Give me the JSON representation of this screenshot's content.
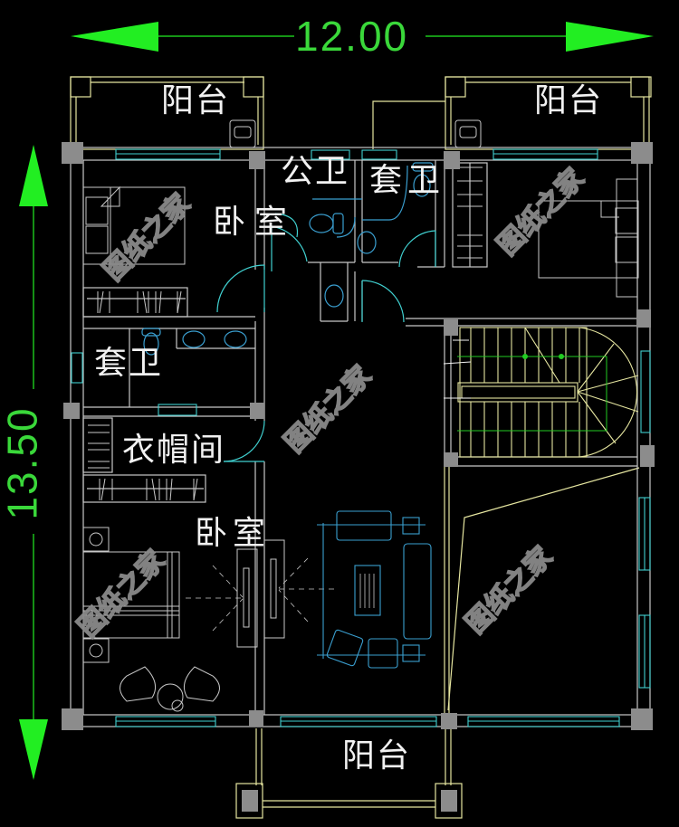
{
  "drawing": {
    "type": "floor-plan",
    "background": "#000000",
    "colors": {
      "wall": "#c8c8c8",
      "column": "#8c8c8c",
      "balcony_rail": "#e6e6a0",
      "window": "#40d0d0",
      "door_swing": "#40d0d0",
      "fixture": "#3a9fd0",
      "stair": "#e6e6a0",
      "dimension": "#22ee22",
      "label": "#f2f2f2",
      "watermark": "#8a8a8a"
    }
  },
  "dimensions": {
    "width": {
      "value": "12.00",
      "unit": "m"
    },
    "depth": {
      "value": "13.50",
      "unit": "m"
    }
  },
  "rooms": {
    "balcony_nw": "阳台",
    "balcony_ne": "阳台",
    "balcony_s": "阳台",
    "bedroom_nw": "卧室",
    "public_bath": "公卫",
    "ensuite_bath_n": "套卫",
    "ensuite_bath_w": "套卫",
    "walk_in_closet": "衣帽间",
    "bedroom_sw": "卧室"
  },
  "watermark": "图纸之家"
}
